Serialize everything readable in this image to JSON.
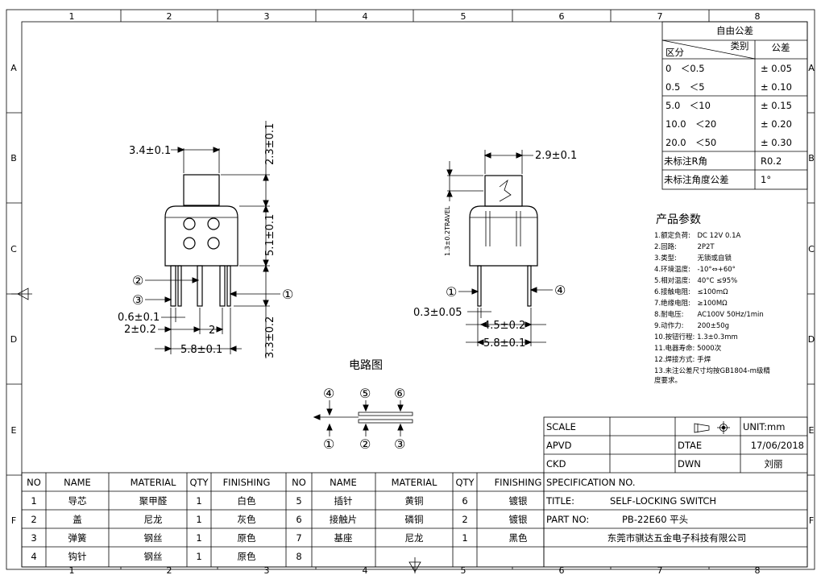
{
  "frame": {
    "columns": [
      "1",
      "2",
      "3",
      "4",
      "5",
      "6",
      "7",
      "8"
    ],
    "rows": [
      "A",
      "B",
      "C",
      "D",
      "E",
      "F"
    ]
  },
  "tolerance": {
    "title": "自由公差",
    "header_category": "类别",
    "header_section": "区分",
    "header_tolerance": "公差",
    "rows": [
      {
        "range": "0　＜0.5",
        "tol": "± 0.05"
      },
      {
        "range": "0.5　＜5",
        "tol": "± 0.10"
      },
      {
        "range": "5.0　＜10",
        "tol": "± 0.15"
      },
      {
        "range": "10.0　＜20",
        "tol": "± 0.20"
      },
      {
        "range": "20.0　＜50",
        "tol": "± 0.30"
      }
    ],
    "unmarked_r_label": "未标注R角",
    "unmarked_r_value": "R0.2",
    "unmarked_angle_label": "未标注角度公差",
    "unmarked_angle_value": "1°"
  },
  "params": {
    "title": "产品参数",
    "lines": [
      "1.额定负荷:　DC 12V 0.1A",
      "2.回路:　　　2P2T",
      "3.类型:　　　无锁或自锁",
      "4.环境温度:　-10°⇔+60°",
      "5.相对温度:　40°C ≤95%",
      "6.接触电阻:　≤100mΩ",
      "7.绝缘电阻:　≥100MΩ",
      "8.耐电压:　　AC100V 50Hz/1min",
      "9.动作力:　　200±50g",
      "10.按钮行程: 1.3±0.3mm",
      "11.电器寿命: 5000次",
      "12.焊接方式: 手焊",
      "13.未注公差尺寸均按GB1804-m级精",
      "度要求。"
    ]
  },
  "front_view": {
    "dim_top_width": "3.4±0.1",
    "dim_top_height": "2.3±0.1",
    "dim_body_height": "5.1±0.1",
    "dim_pin_length": "3.3±0.2",
    "dim_pin_width": "0.6±0.1",
    "dim_pin_edge": "2±0.2",
    "dim_pin_pitch": "2",
    "dim_total_width": "5.8±0.1",
    "callouts": [
      "②",
      "③",
      "①"
    ]
  },
  "side_view": {
    "dim_top_width": "2.9±0.1",
    "dim_travel": "1.3±0.2TRAVEL",
    "dim_pin_thickness": "0.3±0.05",
    "dim_pin_spacing": "4.5±0.2",
    "dim_total_width": "5.8±0.1",
    "callouts": [
      "①",
      "④"
    ]
  },
  "circuit": {
    "title": "电路图",
    "top_labels": [
      "④",
      "⑤",
      "⑥"
    ],
    "bottom_labels": [
      "①",
      "②",
      "③"
    ]
  },
  "bom": {
    "headers": [
      "NO",
      "NAME",
      "MATERIAL",
      "QTY",
      "FINISHING",
      "NO",
      "NAME",
      "MATERIAL",
      "QTY",
      "FINISHING"
    ],
    "rows": [
      [
        "1",
        "导芯",
        "聚甲醛",
        "1",
        "白色",
        "5",
        "插针",
        "黄铜",
        "6",
        "镀银"
      ],
      [
        "2",
        "盖",
        "尼龙",
        "1",
        "灰色",
        "6",
        "接触片",
        "磷铜",
        "2",
        "镀银"
      ],
      [
        "3",
        "弹簧",
        "钢丝",
        "1",
        "原色",
        "7",
        "基座",
        "尼龙",
        "1",
        "黑色"
      ],
      [
        "4",
        "钩针",
        "钢丝",
        "1",
        "原色",
        "8",
        "",
        "",
        "",
        ""
      ]
    ]
  },
  "title_block": {
    "scale_label": "SCALE",
    "unit_label": "UNIT:mm",
    "apvd_label": "APVD",
    "date_label": "DTAE",
    "date_value": "17/06/2018",
    "ckd_label": "CKD",
    "dwn_label": "DWN",
    "dwn_value": "刘丽",
    "spec_label": "SPECIFICATION NO.",
    "title_label": "TITLE:",
    "title_value": "SELF-LOCKING SWITCH",
    "part_label": "PART NO:",
    "part_value": "PB-22E60 平头",
    "company": "东莞市骐达五金电子科技有限公司"
  }
}
